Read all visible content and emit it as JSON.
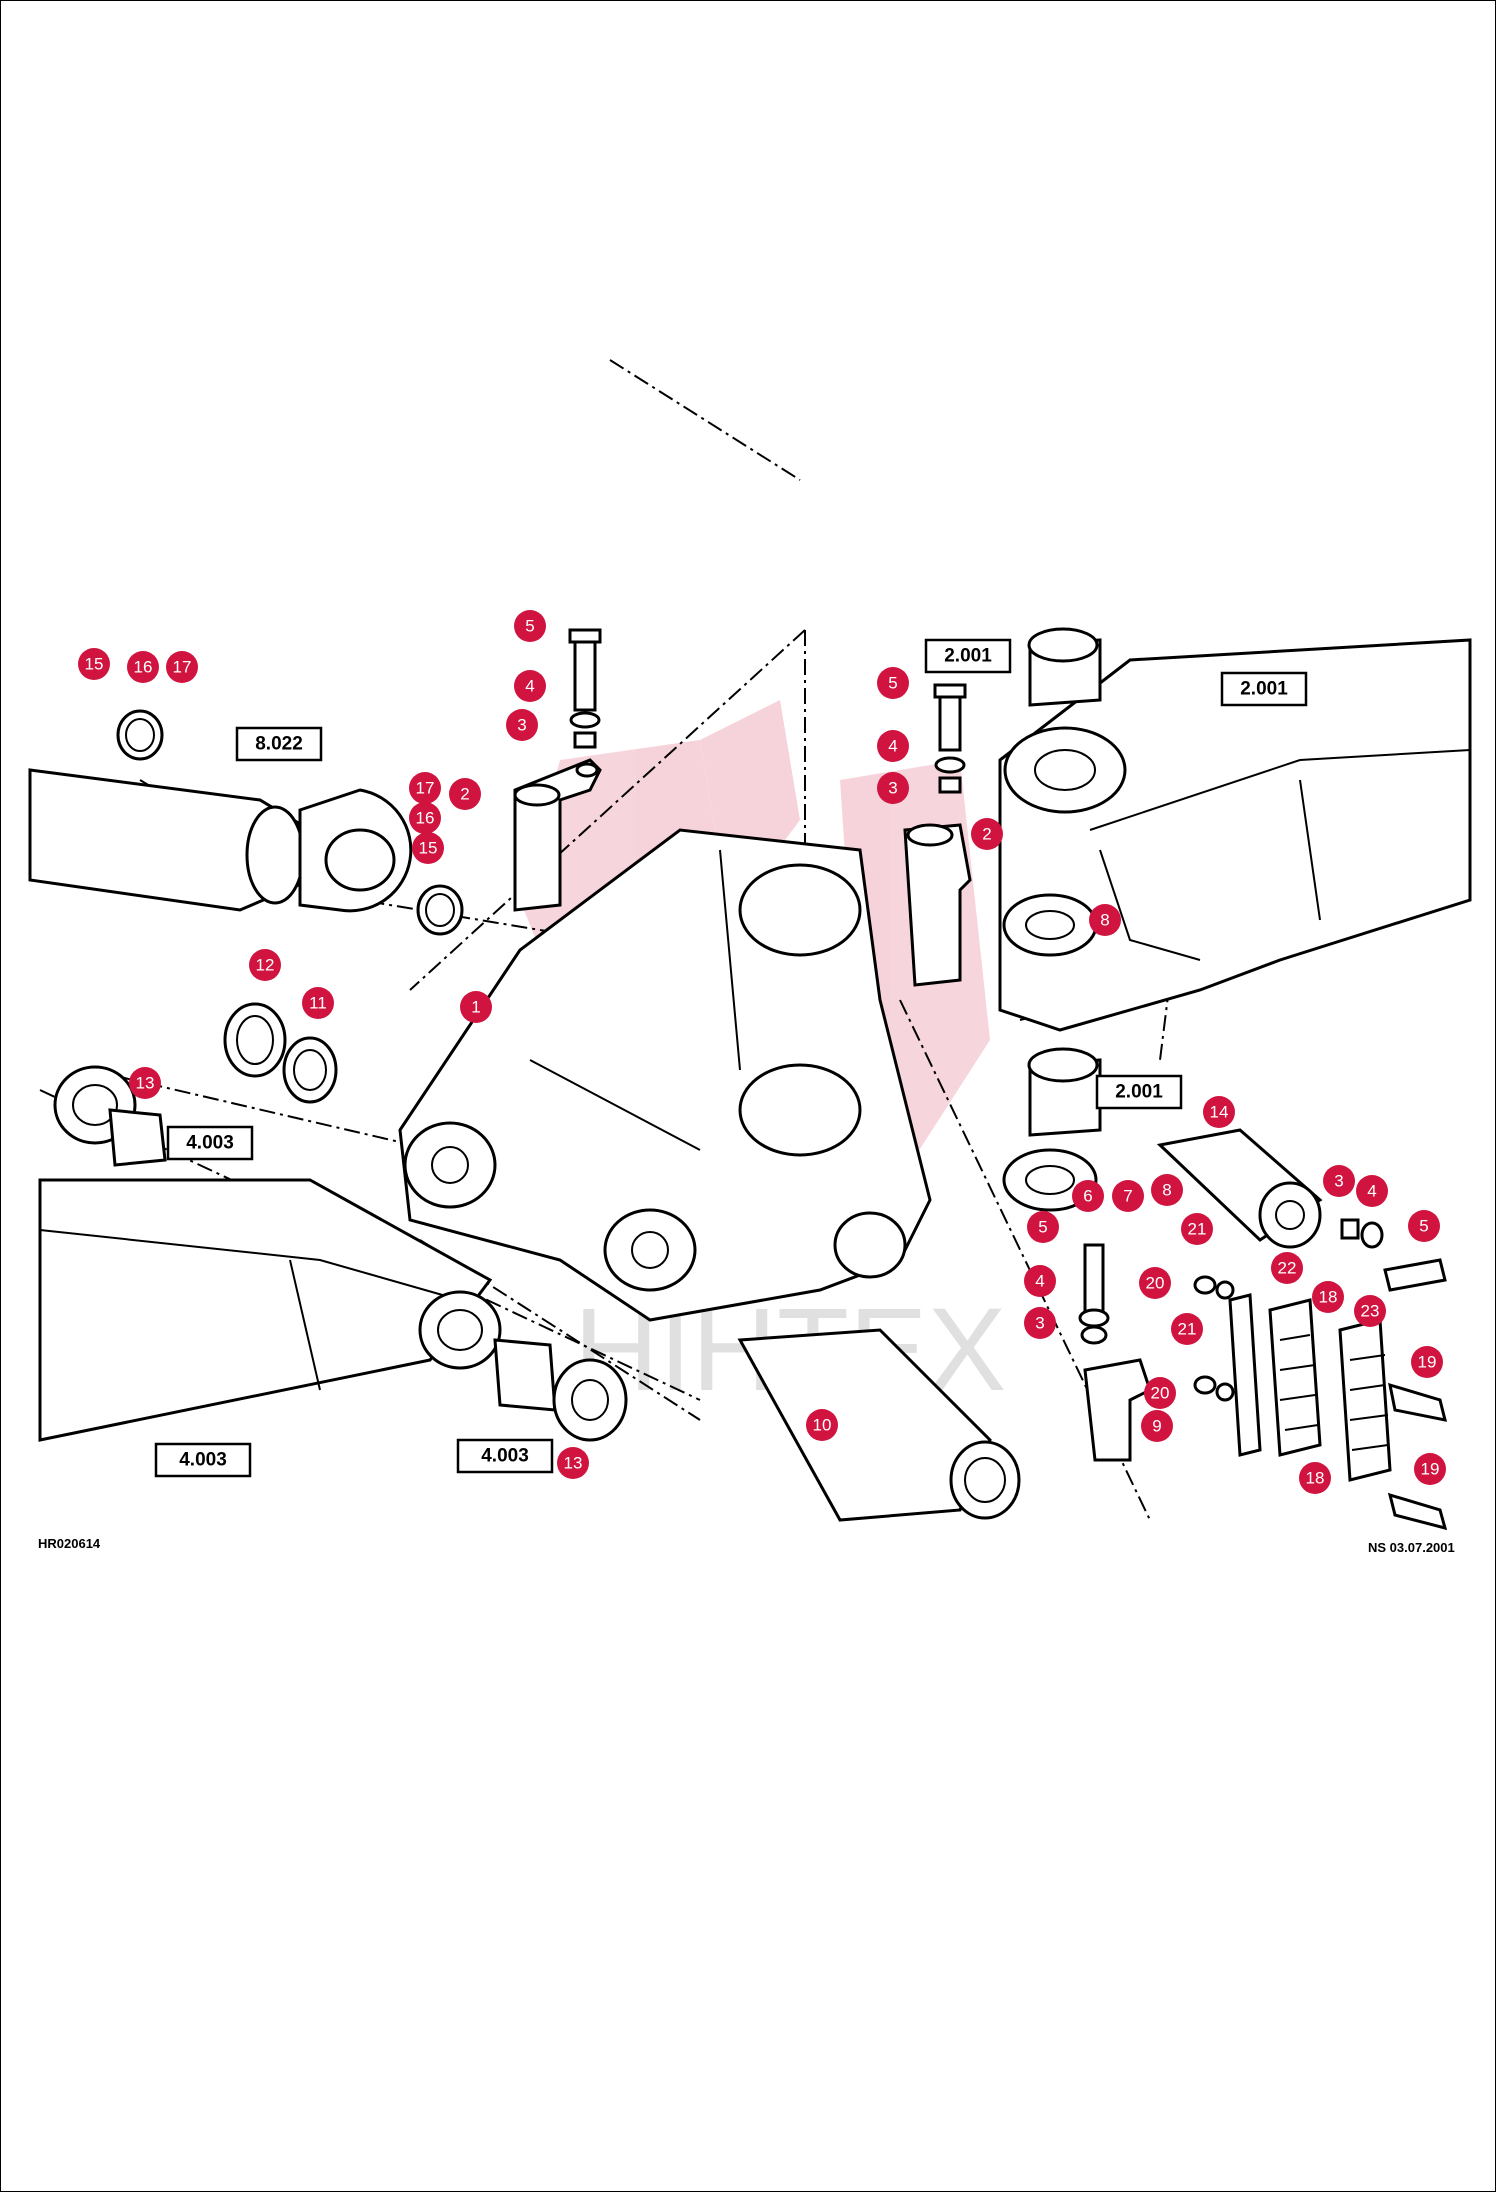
{
  "drawing": {
    "code_left": "HR020614",
    "code_right": "NS 03.07.2001",
    "watermark": "HIHTEX",
    "callout_color": "#d0143f"
  },
  "refs": [
    "8.022",
    "2.001",
    "2.001",
    "2.001",
    "4.003",
    "4.003",
    "4.003"
  ],
  "callouts": [
    "15",
    "16",
    "17",
    "5",
    "4",
    "3",
    "17",
    "2",
    "16",
    "15",
    "12",
    "11",
    "1",
    "13",
    "5",
    "4",
    "3",
    "2",
    "8",
    "14",
    "3",
    "4",
    "5",
    "6",
    "7",
    "8",
    "5",
    "21",
    "4",
    "20",
    "3",
    "21",
    "22",
    "18",
    "23",
    "19",
    "20",
    "9",
    "10",
    "18",
    "19",
    "13"
  ]
}
